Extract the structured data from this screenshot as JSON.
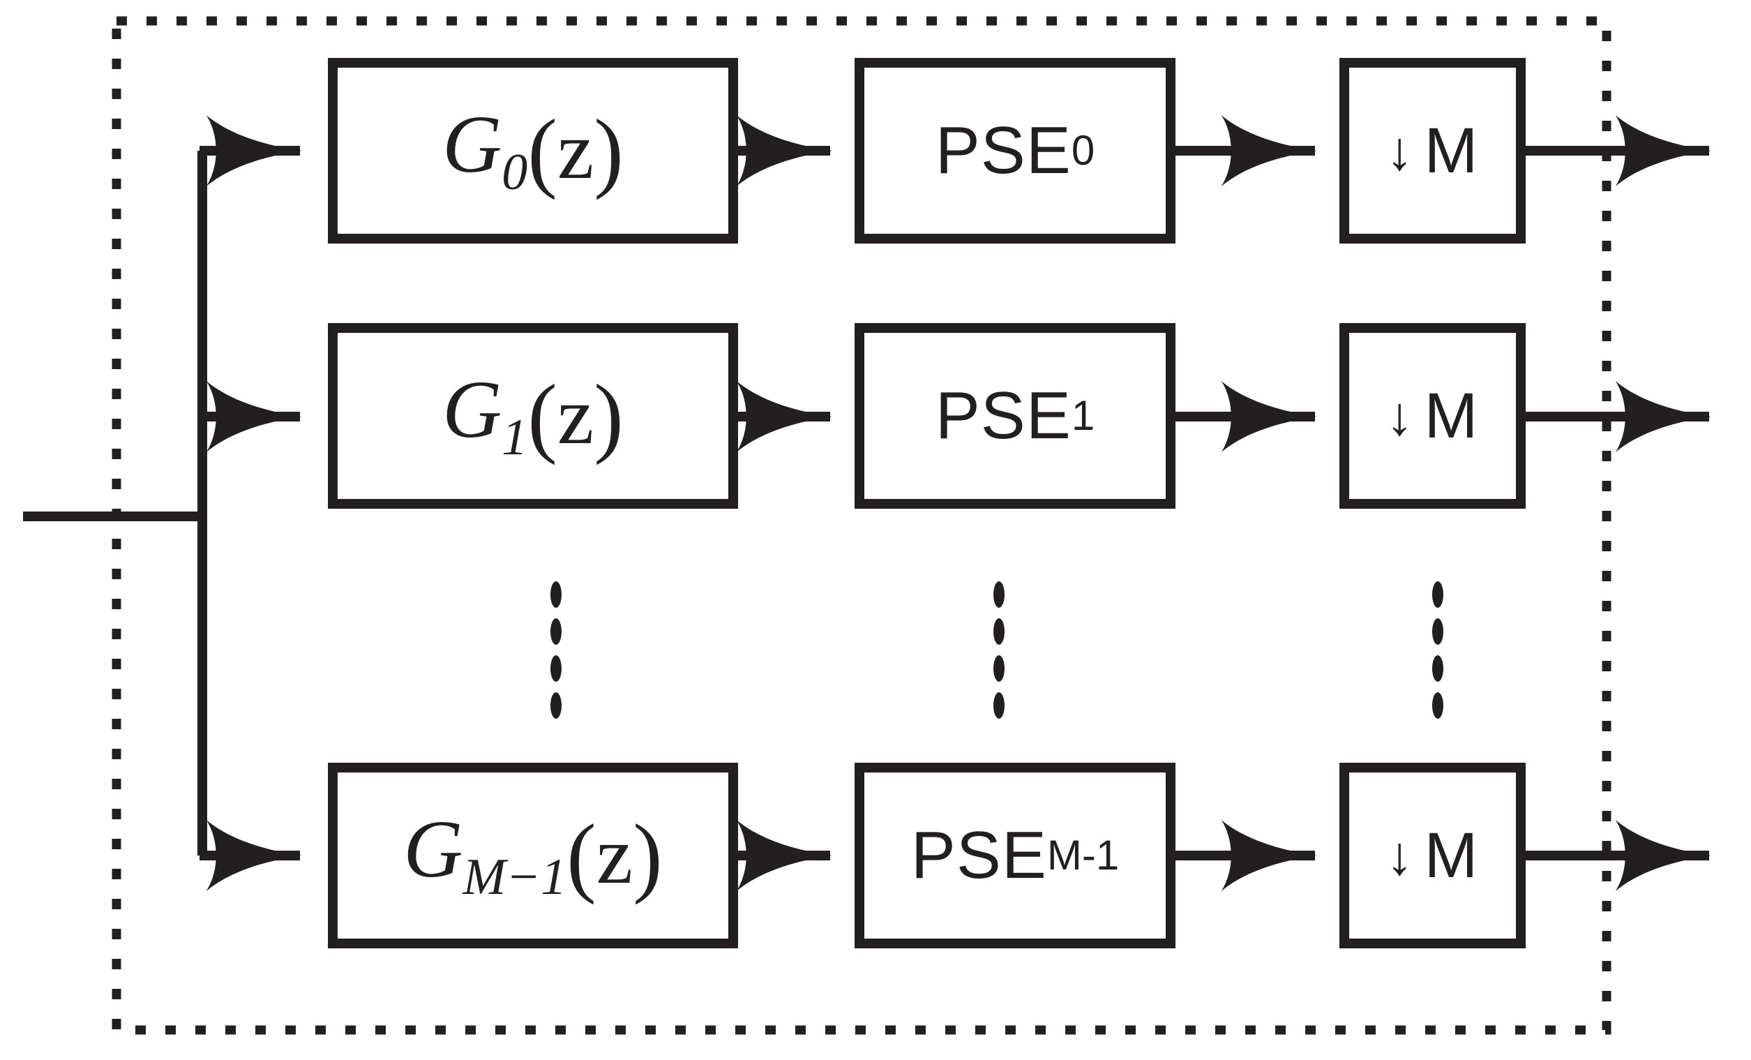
{
  "diagram": {
    "title": "Analysis filter bank with phase shift estimation and decimation",
    "type": "block-diagram",
    "stroke_color": "#231f20",
    "background_color": "#ffffff",
    "outer_boundary": {
      "style": "dotted",
      "label": ""
    },
    "input": {
      "label": "",
      "name": "input-signal-line"
    },
    "rows": [
      {
        "id": "row-0",
        "filter": {
          "base": "G",
          "sub": "0",
          "arg": "z",
          "full": "G0(z)"
        },
        "pse": {
          "base": "PSE",
          "sub": "0",
          "full": "PSE0"
        },
        "decimator": {
          "arrow": "↓",
          "factor": "M",
          "full": "↓ M"
        },
        "output": {
          "label": ""
        }
      },
      {
        "id": "row-1",
        "filter": {
          "base": "G",
          "sub": "1",
          "arg": "z",
          "full": "G1(z)"
        },
        "pse": {
          "base": "PSE",
          "sub": "1",
          "full": "PSE1"
        },
        "decimator": {
          "arrow": "↓",
          "factor": "M",
          "full": "↓ M"
        },
        "output": {
          "label": ""
        }
      },
      {
        "id": "row-last",
        "filter": {
          "base": "G",
          "sub": "M−1",
          "arg": "z",
          "full": "GM-1(z)"
        },
        "pse": {
          "base": "PSE",
          "sub": "M-1",
          "full": "PSEM-1"
        },
        "decimator": {
          "arrow": "↓",
          "factor": "M",
          "full": "↓ M"
        },
        "output": {
          "label": ""
        }
      }
    ],
    "ellipsis": {
      "glyph": "⋮",
      "columns": [
        "filter-column",
        "pse-column",
        "decimator-column"
      ],
      "dots": 4
    }
  }
}
